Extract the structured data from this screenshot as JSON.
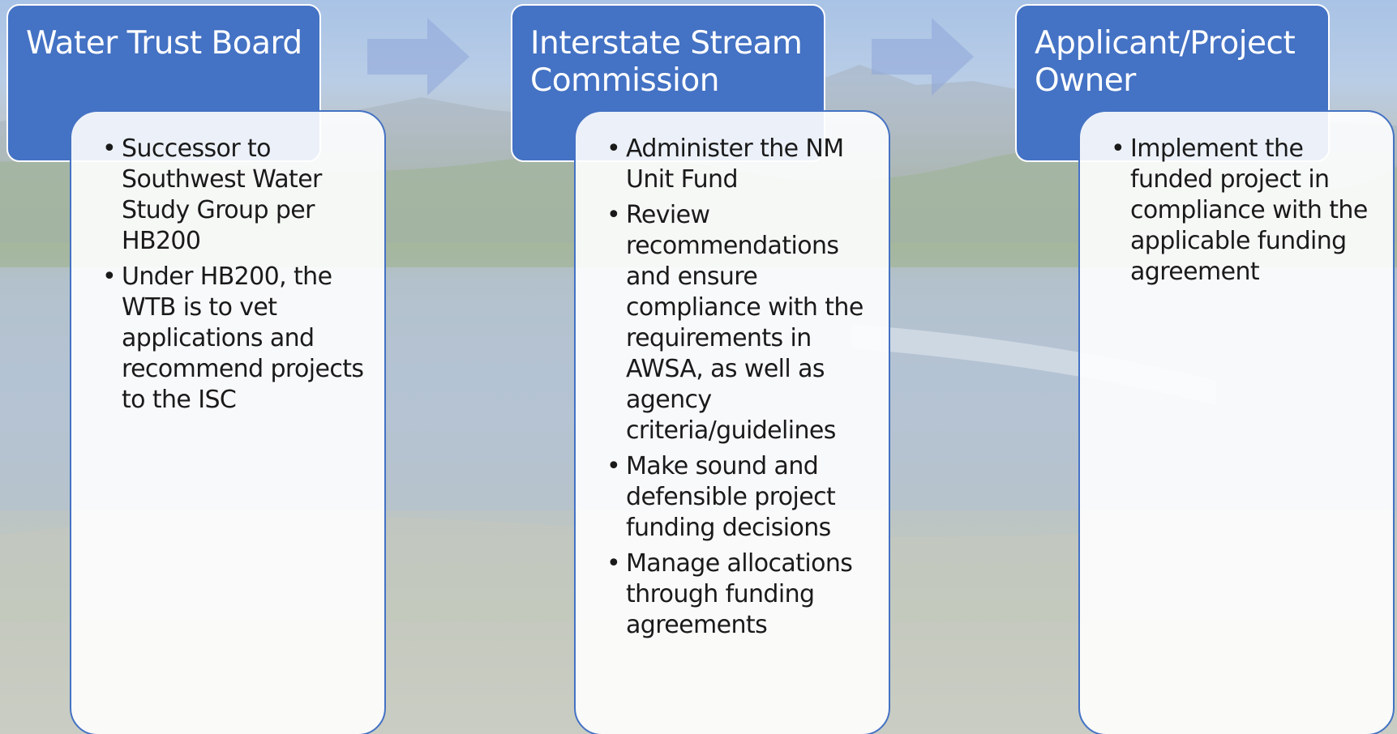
{
  "colors": {
    "header_fill": "#4472c4",
    "header_border": "#ffffff",
    "detail_border": "#4472c4",
    "arrow_fill": "#8ea6d8"
  },
  "bullet_glyph": "•",
  "columns": [
    {
      "title": "Water Trust Board",
      "items": [
        "Successor to Southwest Water Study Group per HB200",
        "Under HB200, the WTB is to vet applications and recommend projects to the ISC"
      ]
    },
    {
      "title": "Interstate Stream Commission",
      "items": [
        "Administer the NM Unit Fund",
        "Review recommendations and ensure compliance with the requirements in AWSA, as well as agency criteria/guidelines",
        "Make sound and defensible project funding decisions",
        "Manage allocations through funding agreements"
      ]
    },
    {
      "title": "Applicant/Project Owner",
      "items": [
        "Implement the funded project in compliance with the applicable funding agreement"
      ]
    }
  ]
}
